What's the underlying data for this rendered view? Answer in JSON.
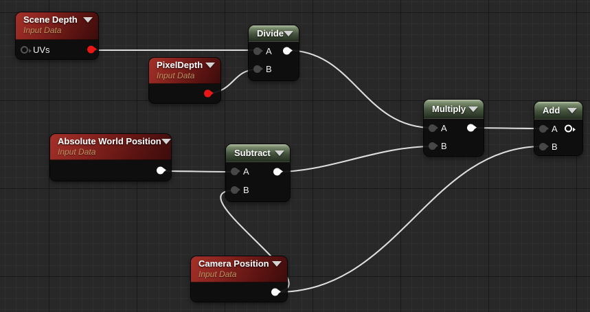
{
  "editor": {
    "kind": "material-node-graph",
    "background": "#282828",
    "grid_minor_color": "#2f2f2f",
    "grid_major_color": "#191919",
    "wire_color": "#dedede",
    "red_pin_color": "#e81616",
    "white_pin_color": "#ffffff",
    "gray_pin_color": "#474747",
    "header_red_color": "#8a241f",
    "header_green_color": "#5b6b50",
    "subtitle_text_color": "#bd9260"
  },
  "nodes": {
    "scene_depth": {
      "title": "Scene Depth",
      "subtitle": "Input Data",
      "pins": {
        "uvs": "UVs"
      }
    },
    "pixel_depth": {
      "title": "PixelDepth",
      "subtitle": "Input Data"
    },
    "divide": {
      "title": "Divide",
      "pins": {
        "a": "A",
        "b": "B"
      }
    },
    "absolute_world_position": {
      "title": "Absolute World Position",
      "subtitle": "Input Data"
    },
    "subtract": {
      "title": "Subtract",
      "pins": {
        "a": "A",
        "b": "B"
      }
    },
    "multiply": {
      "title": "Multiply",
      "pins": {
        "a": "A",
        "b": "B"
      }
    },
    "add": {
      "title": "Add",
      "pins": {
        "a": "A",
        "b": "B"
      }
    },
    "camera_position": {
      "title": "Camera Position",
      "subtitle": "Input Data"
    }
  },
  "wires": [
    {
      "from": "Scene Depth.UVs",
      "to": "Divide.A"
    },
    {
      "from": "PixelDepth.Out",
      "to": "Divide.B"
    },
    {
      "from": "Divide.Out",
      "to": "Multiply.A"
    },
    {
      "from": "Absolute World Position.Out",
      "to": "Subtract.A"
    },
    {
      "from": "Subtract.Out",
      "to": "Multiply.B"
    },
    {
      "from": "Multiply.Out",
      "to": "Add.A"
    },
    {
      "from": "Camera Position.Out",
      "to": "Subtract.B"
    },
    {
      "from": "Camera Position.Out",
      "to": "Add.B"
    }
  ]
}
